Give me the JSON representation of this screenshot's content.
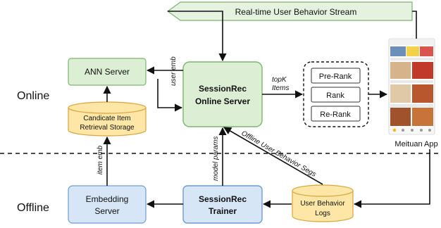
{
  "side_labels": {
    "online": "Online",
    "offline": "Offline"
  },
  "stream": {
    "label": "Real-time User Behavior Stream"
  },
  "ann_server": {
    "label": "ANN Server"
  },
  "candidate_storage": {
    "line1": "Candicate Item",
    "line2": "Retrieval  Storage"
  },
  "online_server": {
    "line1": "SessionRec",
    "line2": "Online Server"
  },
  "rank_group": {
    "items": [
      "Pre-Rank",
      "Rank",
      "Re-Rank"
    ]
  },
  "app": {
    "label": "Meituan App"
  },
  "embedding_server": {
    "line1": "Embedding",
    "line2": "Server"
  },
  "trainer": {
    "line1": "SessionRec",
    "line2": "Trainer"
  },
  "user_logs": {
    "line1": "User Behavior",
    "line2": "Logs"
  },
  "edge_labels": {
    "user_emb": "user emb",
    "topk_line1": "topK",
    "topk_line2": "Items",
    "item_emb": "item emb",
    "model_params": "model params",
    "offline_segs": "Offline  User Behavior Segs"
  },
  "colors": {
    "green_fill": "#dcefd5",
    "green_stroke": "#7fb46f",
    "yellow_fill": "#fde6a6",
    "yellow_stroke": "#d9a43a",
    "blue_fill": "#d7e6f7",
    "blue_stroke": "#6f9bd1",
    "stream_fill": "#e4f2df"
  }
}
